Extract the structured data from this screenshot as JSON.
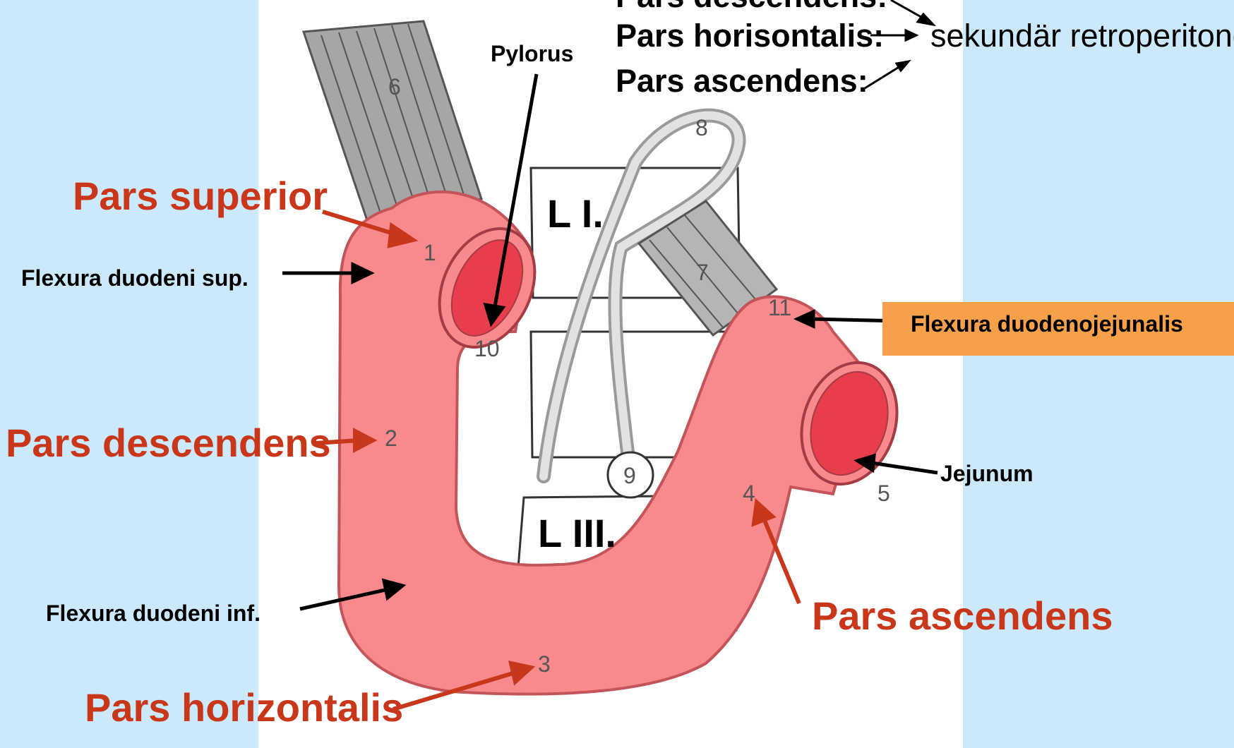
{
  "header": {
    "line1": "Pars descendens:",
    "line2": "Pars horisontalis:",
    "line3": "Pars ascendens:",
    "target": "sekundär retroperitoneal"
  },
  "labels": {
    "pars_superior": "Pars superior",
    "pars_descendens": "Pars descendens",
    "pars_horizontalis": "Pars horizontalis",
    "pars_ascendens": "Pars ascendens",
    "flexura_sup": "Flexura duodeni sup.",
    "flexura_inf": "Flexura duodeni inf.",
    "flexura_dj": "Flexura duodenojejunalis",
    "pylorus": "Pylorus",
    "jejunum": "Jejunum"
  },
  "vertebrae": {
    "l1": "L I.",
    "l3": "L III."
  },
  "numbers": [
    "1",
    "2",
    "3",
    "4",
    "5",
    "6",
    "7",
    "8",
    "9",
    "10",
    "11"
  ],
  "colors": {
    "background": "#cbe9fb",
    "drawing_bg": "#ffffff",
    "duodenum": "#f9898a",
    "duodenum_lumen": "#e83d4a",
    "label_red": "#c8371a",
    "highlight_box": "#f7a04a"
  }
}
